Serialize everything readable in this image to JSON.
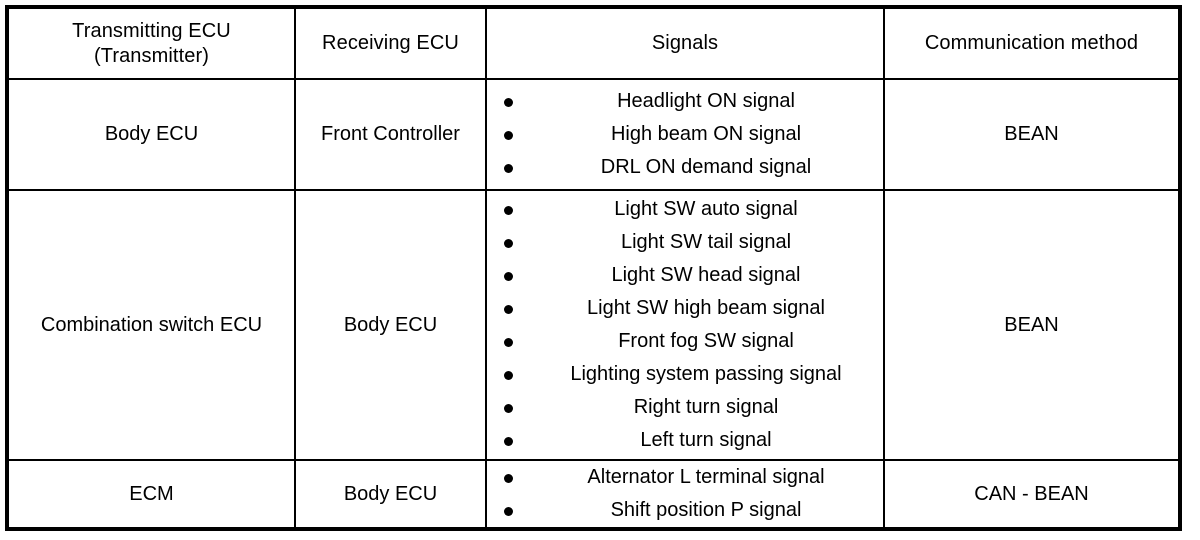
{
  "table": {
    "headers": [
      {
        "lines": [
          "Transmitting ECU",
          "(Transmitter)"
        ]
      },
      {
        "lines": [
          "Receiving ECU"
        ]
      },
      {
        "lines": [
          "Signals"
        ]
      },
      {
        "lines": [
          "Communication method"
        ]
      }
    ],
    "rows": [
      {
        "transmitter": "Body ECU",
        "receiver": "Front Controller",
        "signals": [
          "Headlight ON signal",
          "High beam ON signal",
          "DRL ON demand signal"
        ],
        "method": "BEAN"
      },
      {
        "transmitter": "Combination switch ECU",
        "receiver": "Body ECU",
        "signals": [
          "Light SW auto signal",
          "Light SW tail signal",
          "Light SW head signal",
          "Light SW high beam signal",
          "Front fog SW signal",
          "Lighting system passing signal",
          "Right turn signal",
          "Left turn signal"
        ],
        "method": "BEAN"
      },
      {
        "transmitter": "ECM",
        "receiver": "Body ECU",
        "signals": [
          "Alternator L terminal signal",
          "Shift position P signal"
        ],
        "method": "CAN - BEAN"
      }
    ]
  },
  "colors": {
    "border": "#000000",
    "text": "#000000",
    "background": "#ffffff"
  }
}
